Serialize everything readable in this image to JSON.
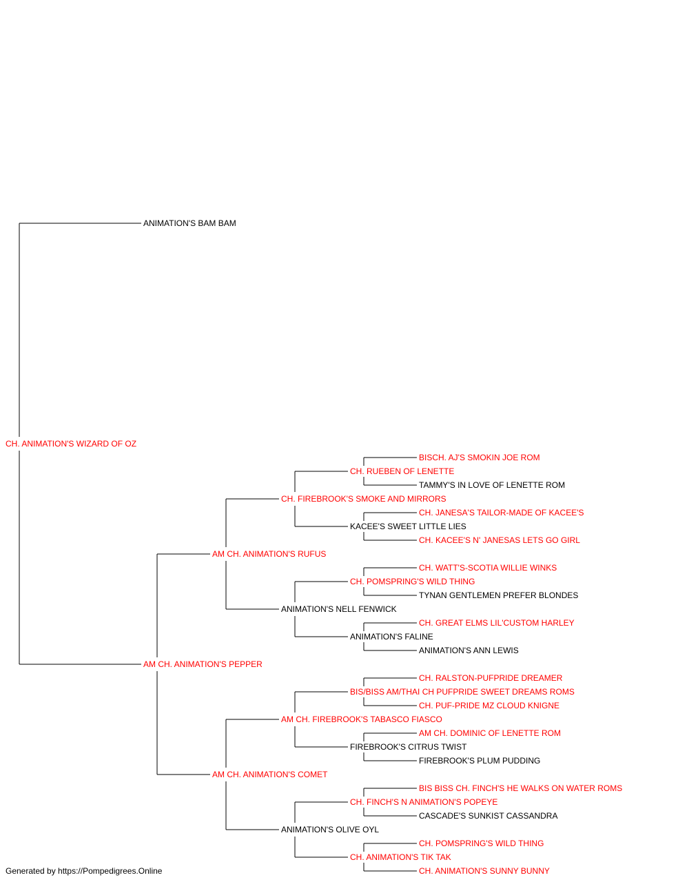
{
  "colors": {
    "champion": "#ff0000",
    "normal": "#000000",
    "connector": "#000000"
  },
  "footer": "Generated by https://Pompedigrees.Online",
  "pedigree": {
    "name": "CH. ANIMATION'S WIZARD OF OZ",
    "sire": {
      "name": "ANIMATION'S BAM BAM"
    },
    "dam": {
      "name": "AM CH. ANIMATION'S PEPPER",
      "sire": {
        "name": "AM CH. ANIMATION'S RUFUS",
        "sire": {
          "name": "CH. FIREBROOK'S SMOKE AND MIRRORS",
          "sire": {
            "name": "CH. RUEBEN OF LENETTE",
            "sire": {
              "name": "BISCH. AJ'S SMOKIN JOE ROM"
            },
            "dam": {
              "name": "TAMMY'S IN LOVE OF LENETTE ROM"
            }
          },
          "dam": {
            "name": "KACEE'S SWEET LITTLE LIES",
            "sire": {
              "name": "CH. JANESA'S TAILOR-MADE OF KACEE'S"
            },
            "dam": {
              "name": "CH. KACEE'S N' JANESAS LETS GO GIRL"
            }
          }
        },
        "dam": {
          "name": "ANIMATION'S NELL FENWICK",
          "sire": {
            "name": "CH. POMSPRING'S WILD THING",
            "sire": {
              "name": "CH. WATT'S-SCOTIA WILLIE WINKS"
            },
            "dam": {
              "name": "TYNAN GENTLEMEN PREFER BLONDES"
            }
          },
          "dam": {
            "name": "ANIMATION'S FALINE",
            "sire": {
              "name": "CH. GREAT ELMS LIL'CUSTOM HARLEY"
            },
            "dam": {
              "name": "ANIMATION'S ANN LEWIS"
            }
          }
        }
      },
      "dam": {
        "name": "AM CH. ANIMATION'S COMET",
        "sire": {
          "name": "AM CH. FIREBROOK'S TABASCO FIASCO",
          "sire": {
            "name": "BIS/BISS AM/THAI CH PUFPRIDE SWEET DREAMS ROMS",
            "sire": {
              "name": "CH. RALSTON-PUFPRIDE DREAMER"
            },
            "dam": {
              "name": "CH. PUF-PRIDE MZ CLOUD KNIGNE"
            }
          },
          "dam": {
            "name": "FIREBROOK'S CITRUS TWIST",
            "sire": {
              "name": "AM CH. DOMINIC OF LENETTE ROM"
            },
            "dam": {
              "name": "FIREBROOK'S PLUM PUDDING"
            }
          }
        },
        "dam": {
          "name": "ANIMATION'S OLIVE OYL",
          "sire": {
            "name": "CH. FINCH'S N ANIMATION'S POPEYE",
            "sire": {
              "name": "BIS BISS CH. FINCH'S HE WALKS ON WATER ROMS"
            },
            "dam": {
              "name": "CASCADE'S SUNKIST CASSANDRA"
            }
          },
          "dam": {
            "name": "CH. ANIMATION'S TIK TAK",
            "sire": {
              "name": "CH. POMSPRING'S WILD THING"
            },
            "dam": {
              "name": "CH. ANIMATION'S SUNNY BUNNY"
            }
          }
        }
      }
    }
  }
}
